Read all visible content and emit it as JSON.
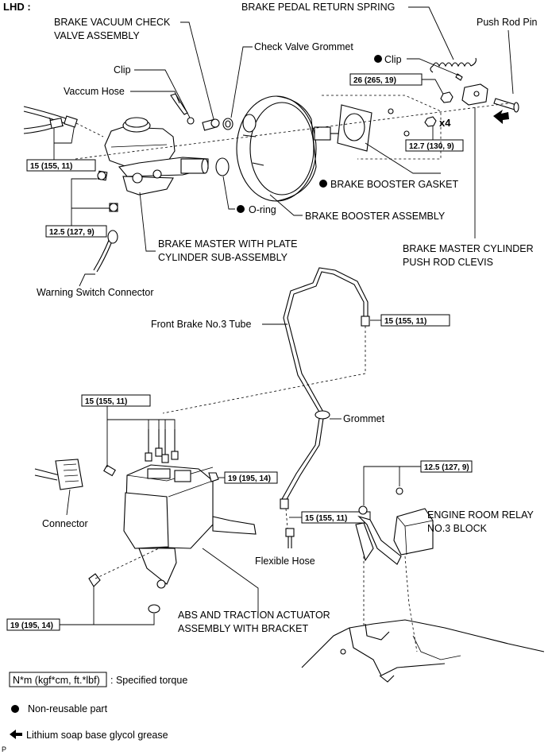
{
  "header": {
    "title": "LHD :"
  },
  "labels": {
    "brake_vacuum_check_valve": [
      "BRAKE VACUUM CHECK",
      "VALVE ASSEMBLY"
    ],
    "check_valve_grommet": "Check Valve Grommet",
    "brake_pedal_return_spring": "BRAKE PEDAL RETURN SPRING",
    "push_rod_pin": "Push Rod Pin",
    "clip_top": "Clip",
    "clip_left": "Clip",
    "vaccum_hose": "Vaccum Hose",
    "x4": "x4",
    "brake_booster_gasket": "BRAKE BOOSTER GASKET",
    "o_ring": "O-ring",
    "brake_booster_assembly": "BRAKE BOOSTER ASSEMBLY",
    "brake_master_with_plate": [
      "BRAKE MASTER WITH PLATE",
      "CYLINDER SUB-ASSEMBLY"
    ],
    "brake_master_cylinder_clevis": [
      "BRAKE MASTER CYLINDER",
      "PUSH ROD CLEVIS"
    ],
    "warning_switch_connector": "Warning Switch Connector",
    "front_brake_tube": "Front Brake No.3 Tube",
    "grommet": "Grommet",
    "connector": "Connector",
    "flexible_hose": "Flexible Hose",
    "engine_room_relay": [
      "ENGINE ROOM RELAY",
      "NO.3 BLOCK"
    ],
    "abs_actuator": [
      "ABS AND TRACTION ACTUATOR",
      "ASSEMBLY WITH BRACKET"
    ]
  },
  "torques": {
    "t_26": "26 (265, 19)",
    "t_127_top": "12.7 (130, 9)",
    "t_15_hose": "15 (155, 11)",
    "t_125_master": "12.5 (127, 9)",
    "t_15_tube_top": "15 (155, 11)",
    "t_15_abs": "15 (155, 11)",
    "t_19_abs": "19 (195, 14)",
    "t_15_tube_bottom": "15 (155, 11)",
    "t_125_relay": "12.5 (127, 9)",
    "t_19_bracket": "19 (195, 14)"
  },
  "legend": {
    "torque_box": "N*m (kgf*cm, ft.*lbf)",
    "torque_desc": ": Specified torque",
    "non_reusable": "Non-reusable part",
    "grease": "Lithium soap base glycol grease"
  },
  "footer": {
    "code": "P"
  }
}
